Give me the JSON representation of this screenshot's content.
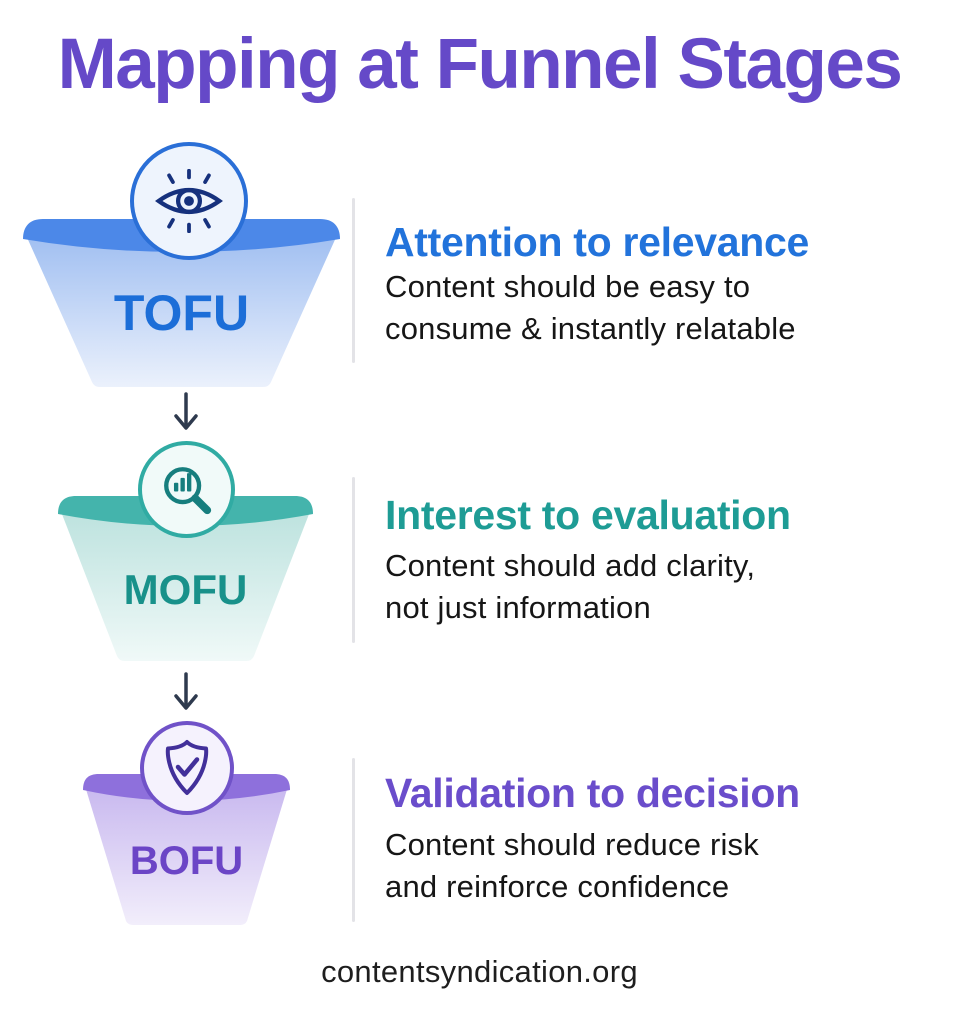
{
  "title": {
    "text": "Mapping at Funnel Stages",
    "color": "#6549C8"
  },
  "footer": {
    "text": "contentsyndication.org"
  },
  "arrow_color": "#2E3A4E",
  "divider_color": "#E3E3E7",
  "stages": [
    {
      "id": "tofu",
      "label": "TOFU",
      "icon": "eye-icon",
      "heading": "Attention to relevance",
      "body_lines": [
        "Content should be easy to",
        "consume & instantly relatable"
      ],
      "accent": "#1C6ED8",
      "heading_color": "#2273DB",
      "rim_color": "#4C88E8",
      "body_gradient_top": "#9FBEF1",
      "body_gradient_bottom": "#EBF1FC",
      "badge_border": "#2A6FD7",
      "badge_fill": "#EEF4FD",
      "icon_color": "#16317D"
    },
    {
      "id": "mofu",
      "label": "MOFU",
      "icon": "magnifier-chart-icon",
      "heading": "Interest to evaluation",
      "body_lines": [
        "Content should add clarity,",
        "not just information"
      ],
      "accent": "#18918A",
      "heading_color": "#1E9C95",
      "rim_color": "#44B4AC",
      "body_gradient_top": "#BCE2DE",
      "body_gradient_bottom": "#F0F9F8",
      "badge_border": "#30ABA3",
      "badge_fill": "#F1FAF9",
      "icon_color": "#177E7E"
    },
    {
      "id": "bofu",
      "label": "BOFU",
      "icon": "shield-check-icon",
      "heading": "Validation to decision",
      "body_lines": [
        "Content should reduce risk",
        "and reinforce confidence"
      ],
      "accent": "#6B45C6",
      "heading_color": "#6A4DCB",
      "rim_color": "#8E70DC",
      "body_gradient_top": "#C8B8EF",
      "body_gradient_bottom": "#F2EEFB",
      "badge_border": "#7052C8",
      "badge_fill": "#F5F2FD",
      "icon_color": "#42309A"
    }
  ]
}
